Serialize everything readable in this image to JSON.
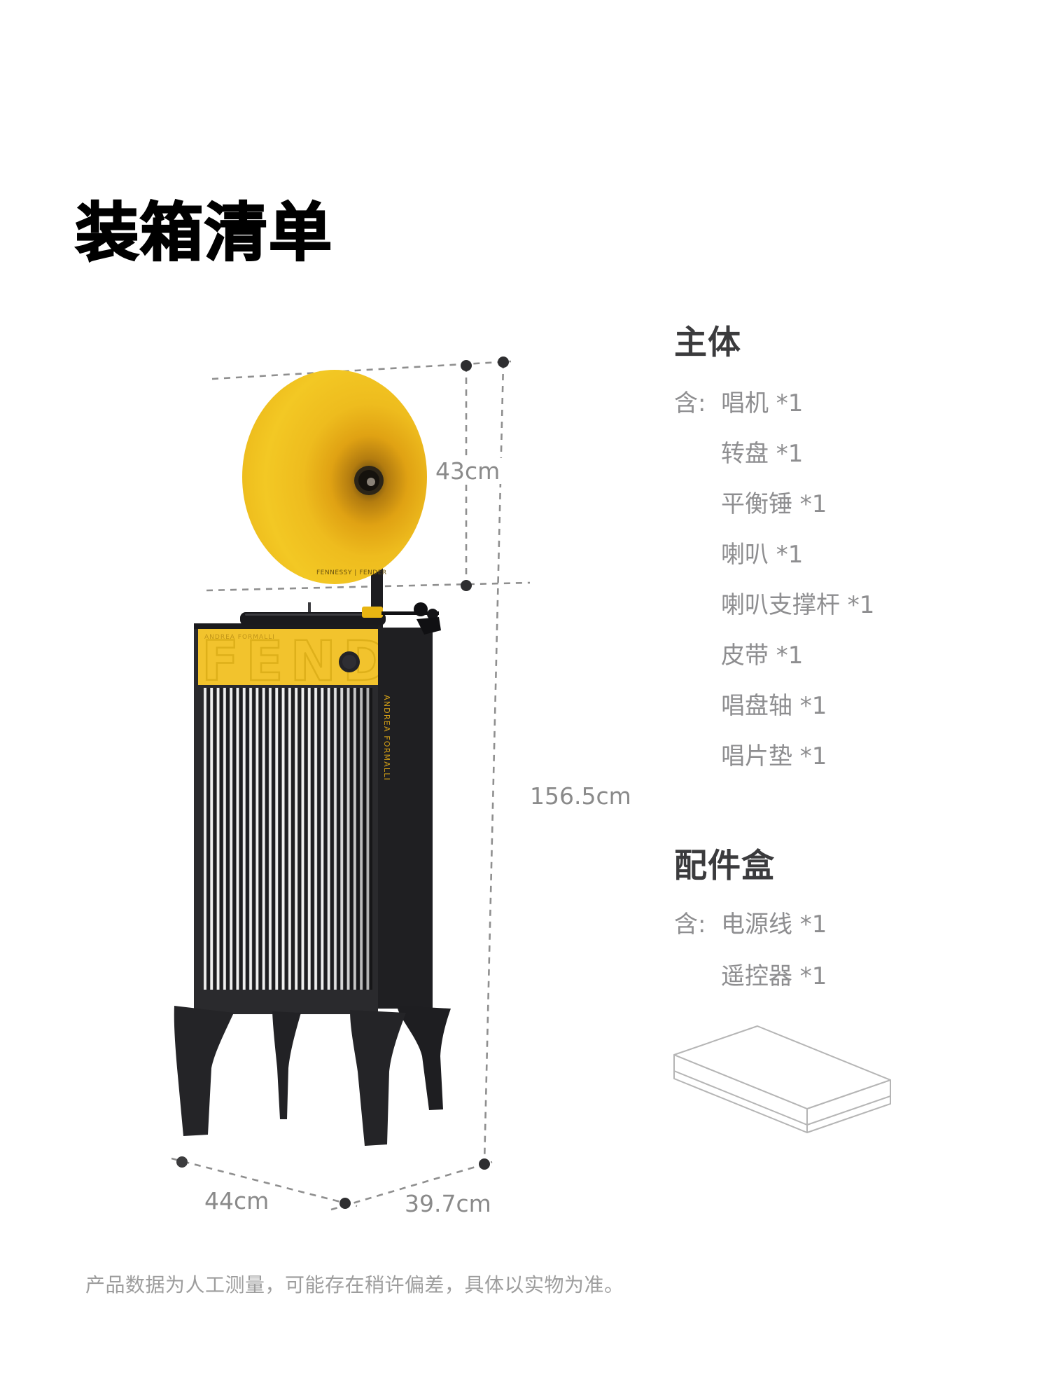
{
  "page": {
    "title": "装箱清单",
    "disclaimer": "产品数据为人工测量，可能存在稍许偏差，具体以实物为准。"
  },
  "dimensions": {
    "horn_height": "43cm",
    "total_height": "156.5cm",
    "width": "44cm",
    "depth": "39.7cm"
  },
  "main_body": {
    "heading": "主体",
    "includes_label": "含:",
    "items": [
      "唱机 *1",
      "转盘 *1",
      "平衡锤 *1",
      "喇叭 *1",
      "喇叭支撑杆 *1",
      "皮带 *1",
      "唱盘轴 *1",
      "唱片垫 *1"
    ]
  },
  "accessory_box": {
    "heading": "配件盒",
    "includes_label": "含:",
    "items": [
      "电源线 *1",
      "遥控器 *1"
    ]
  },
  "product": {
    "band_embossed_text": "FENDI",
    "band_small_text": "ANDREA FORMALLI",
    "side_vertical_text": "ANDREA FORMALLI",
    "horn_logo_text": "FENNESSY | FENDER"
  },
  "colors": {
    "accent_yellow": "#F2C32D",
    "horn_yellow": "#F0C120",
    "cabinet_black": "#2A2A2D",
    "heading_text": "#3B3B3D",
    "list_text": "#8E8E90",
    "dimension_text": "#8A8A8A",
    "dimension_lines": "#8F8F8F",
    "box_outline": "#B5B5B5"
  }
}
